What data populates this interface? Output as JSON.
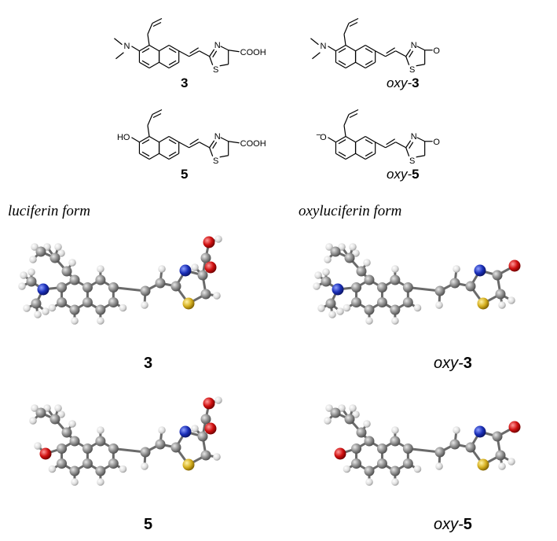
{
  "compounds": {
    "c3": {
      "label": "3"
    },
    "oxy3": {
      "prefix": "oxy-",
      "num": "3"
    },
    "c5": {
      "label": "5"
    },
    "oxy5": {
      "prefix": "oxy-",
      "num": "5"
    }
  },
  "atoms": {
    "n_dim": "N",
    "n_ring": "N",
    "s_ring": "S",
    "cooh": "COOH",
    "carbonyl_o": "O",
    "ho": "HO",
    "o_minus": "O",
    "minus": "−"
  },
  "sections": {
    "luciferin": "luciferin form",
    "oxyluciferin": "oxyluciferin form"
  },
  "models": {
    "m3": {
      "label": "3"
    },
    "moxy3": {
      "prefix": "oxy-",
      "num": "3"
    },
    "m5": {
      "label": "5"
    },
    "moxy5": {
      "prefix": "oxy-",
      "num": "5"
    }
  },
  "colors": {
    "carbon": "#8a8a8a",
    "hydrogen": "#e6e6e6",
    "nitrogen": "#1a2fb8",
    "oxygen": "#d01010",
    "sulfur": "#d6b020",
    "bond": "#000000"
  }
}
